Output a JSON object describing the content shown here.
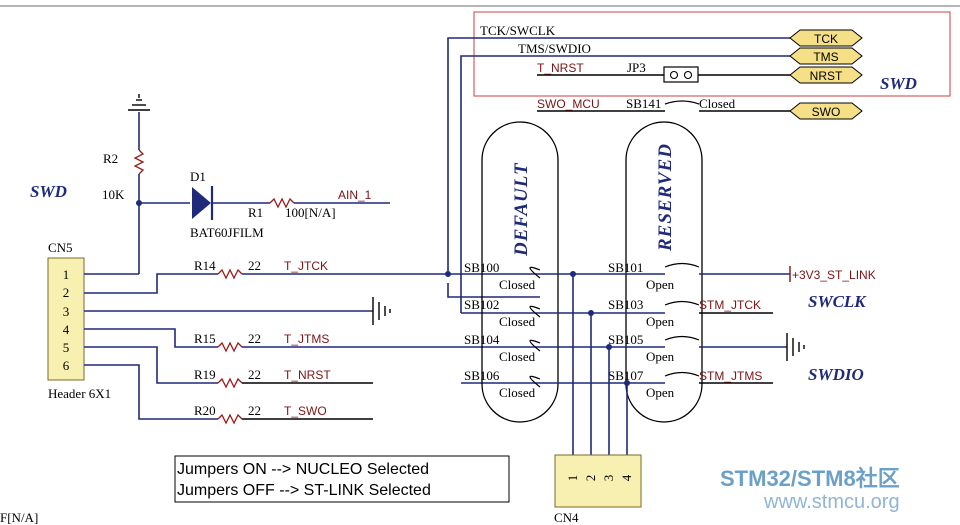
{
  "swd_box_title": "SWD",
  "swd_left_title": "SWD",
  "nets": {
    "tck_swclk": "TCK/SWCLK",
    "tms_swdio": "TMS/SWDIO",
    "t_nrst_top": "T_NRST",
    "swo_mcu": "SWO_MCU",
    "ain1": "AIN_1",
    "t_jtck": "T_JTCK",
    "t_jtms": "T_JTMS",
    "t_nrst": "T_NRST",
    "t_swo": "T_SWO",
    "v33_st_link": "+3V3_ST_LINK",
    "stm_jtck": "STM_JTCK",
    "stm_jtms": "STM_JTMS"
  },
  "flags": [
    "TCK",
    "TMS",
    "NRST",
    "SWO"
  ],
  "jp3": "JP3",
  "sb141": {
    "name": "SB141",
    "state": "Closed"
  },
  "r2": {
    "name": "R2",
    "value": "10K"
  },
  "d1": {
    "name": "D1",
    "part": "BAT60JFILM"
  },
  "r1": {
    "name": "R1",
    "value": "100[N/A]"
  },
  "cn5": {
    "name": "CN5",
    "type": "Header 6X1",
    "pins": [
      "1",
      "2",
      "3",
      "4",
      "5",
      "6"
    ]
  },
  "resistors": [
    {
      "name": "R14",
      "value": "22"
    },
    {
      "name": "R15",
      "value": "22"
    },
    {
      "name": "R19",
      "value": "22"
    },
    {
      "name": "R20",
      "value": "22"
    }
  ],
  "default_label": "DEFAULT",
  "reserved_label": "RESERVED",
  "default_bridges": [
    {
      "name": "SB100",
      "state": "Closed"
    },
    {
      "name": "SB102",
      "state": "Closed"
    },
    {
      "name": "SB104",
      "state": "Closed"
    },
    {
      "name": "SB106",
      "state": "Closed"
    }
  ],
  "reserved_bridges": [
    {
      "name": "SB101",
      "state": "Open"
    },
    {
      "name": "SB103",
      "state": "Open"
    },
    {
      "name": "SB105",
      "state": "Open"
    },
    {
      "name": "SB107",
      "state": "Open"
    }
  ],
  "swclk": "SWCLK",
  "swdio": "SWDIO",
  "cn4": {
    "name": "CN4",
    "pins": [
      "1",
      "2",
      "3",
      "4"
    ]
  },
  "note": {
    "line1": "Jumpers ON  --> NUCLEO Selected",
    "line2": "Jumpers OFF --> ST-LINK Selected"
  },
  "footnote": "F[N/A]",
  "watermark": {
    "line1": "STM32/STM8社区",
    "line2": "www.stmcu.org"
  }
}
